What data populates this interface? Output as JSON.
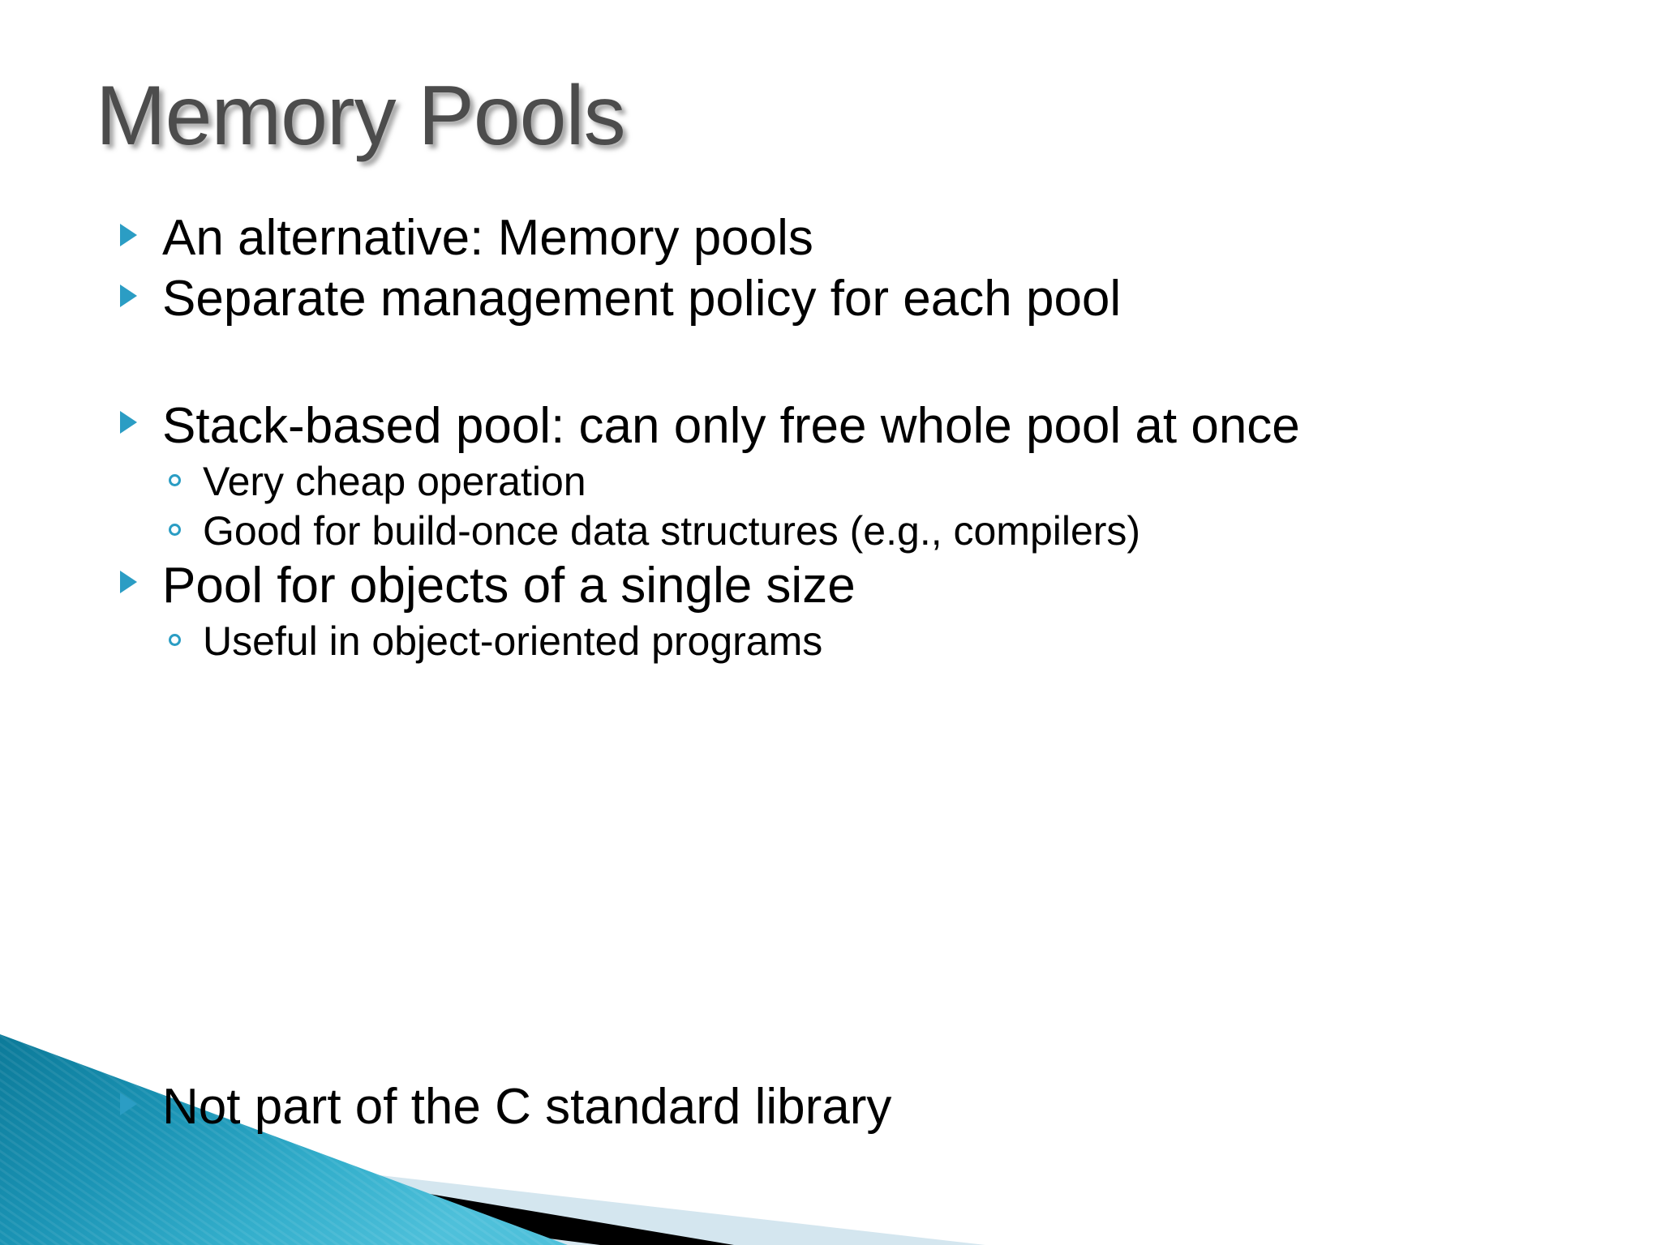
{
  "slide": {
    "title": "Memory Pools",
    "title_color": "#4c4c4c",
    "background_color": "#ffffff",
    "accent_color": "#2B9DC4",
    "bullet_l1_icon": "triangle-bullet-icon",
    "bullet_l2_icon": "circle-bullet-icon",
    "body": [
      {
        "level": 1,
        "text": "An alternative: Memory pools"
      },
      {
        "level": 1,
        "text": "Separate management policy for each pool"
      },
      {
        "level": 1,
        "text": "Stack-based pool: can only free whole pool at once"
      },
      {
        "level": 2,
        "text": "Very cheap operation"
      },
      {
        "level": 2,
        "text": "Good for build-once data structures (e.g., compilers)"
      },
      {
        "level": 1,
        "text": "Pool for objects of a single size"
      },
      {
        "level": 2,
        "text": "Useful in object-oriented programs"
      },
      {
        "level": 1,
        "text": "Not part of the C standard library"
      }
    ],
    "decoration": {
      "name": "bottom-left-corner-graphic",
      "teal_dark": "#0E7C9B",
      "teal_mid": "#1F9BBC",
      "teal_light": "#4EC0DA",
      "black_band": "#000000",
      "pale_band": "#D4E6EF"
    }
  }
}
